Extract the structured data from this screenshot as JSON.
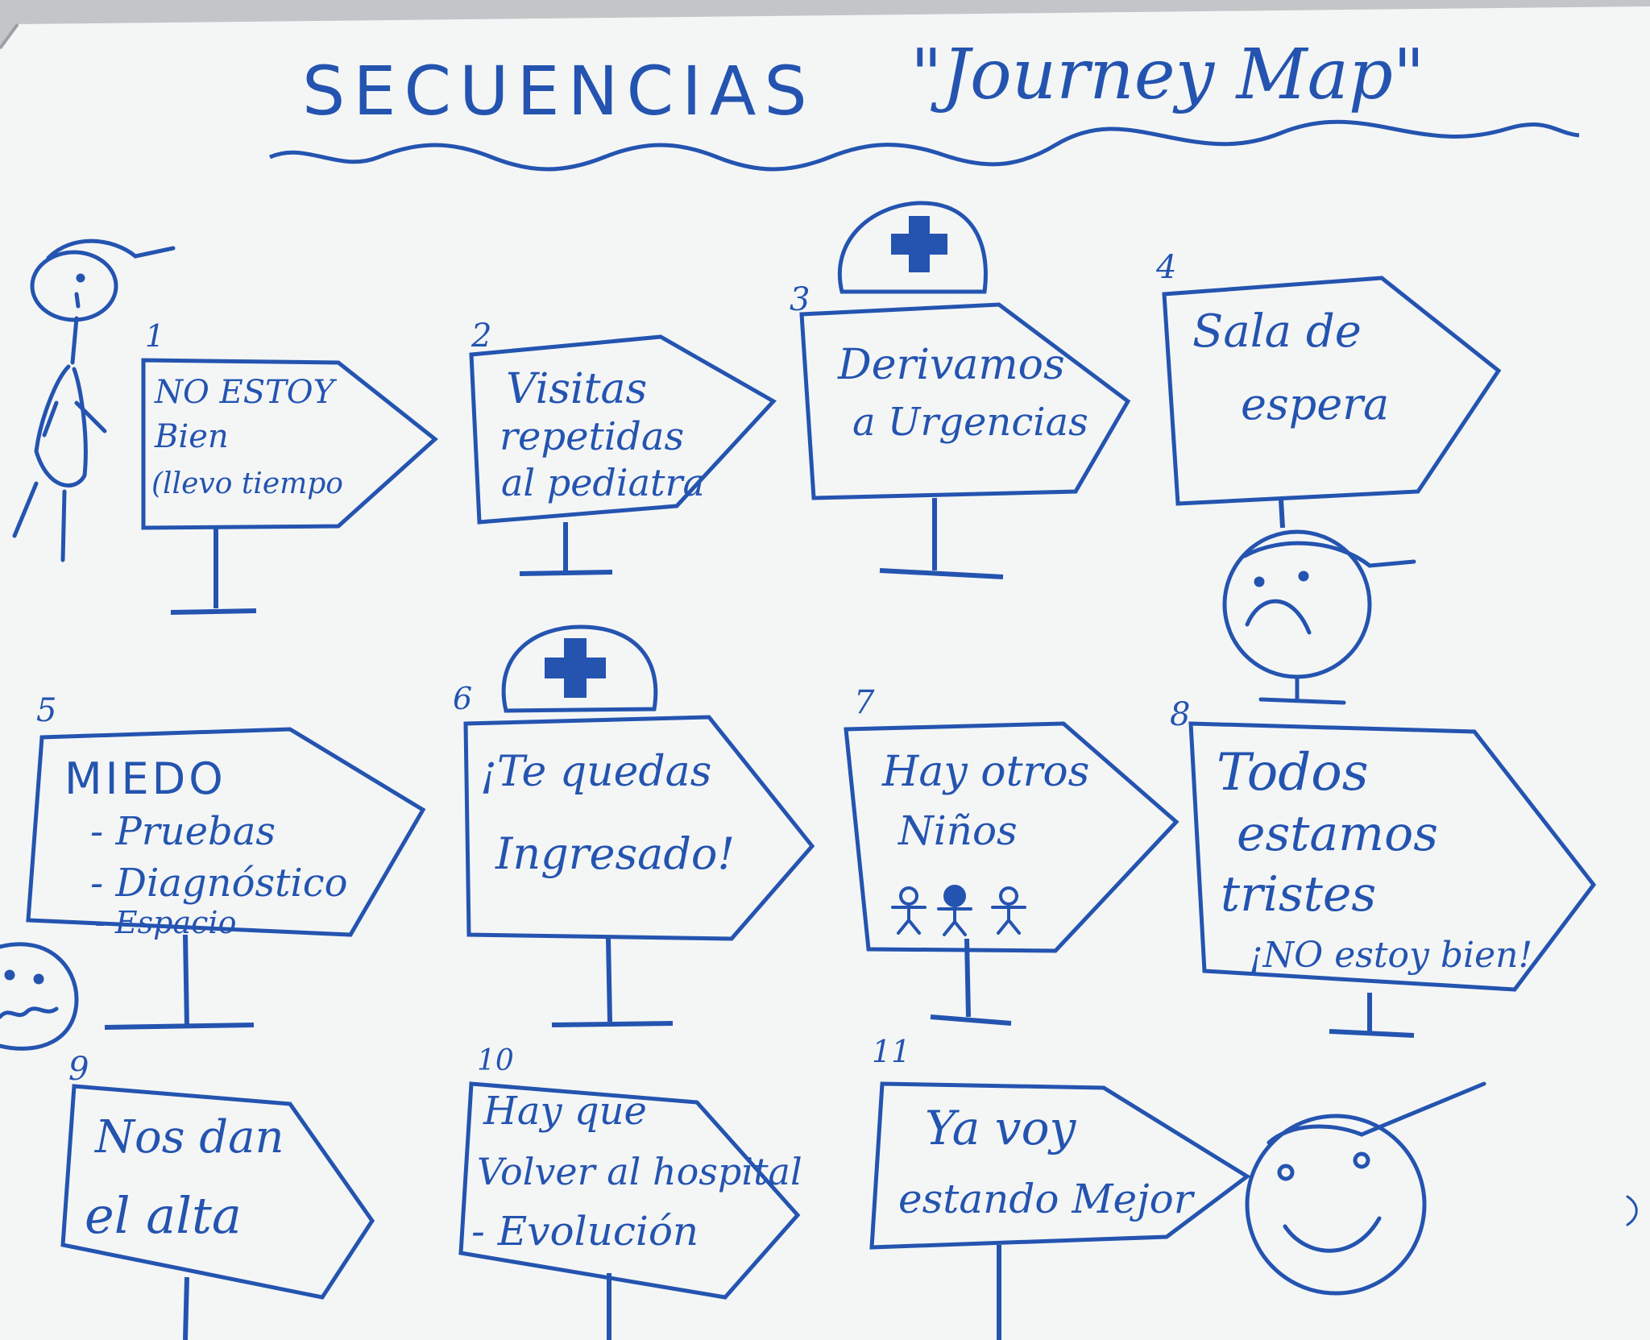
{
  "title": {
    "main": "SECUENCIAS",
    "sub": "\"Journey Map\""
  },
  "ink_color": "#2454b0",
  "board_color": "#f4f6f6",
  "steps": [
    {
      "number": "1",
      "lines": [
        "NO ESTOY",
        "Bien",
        "(llevo tiempo"
      ]
    },
    {
      "number": "2",
      "lines": [
        "Visitas",
        "repetidas",
        "al pediatra"
      ]
    },
    {
      "number": "3",
      "lines": [
        "Derivamos",
        "a Urgencias"
      ]
    },
    {
      "number": "4",
      "lines": [
        "Sala de",
        "espera"
      ]
    },
    {
      "number": "5",
      "lines": [
        "MIEDO",
        "- Pruebas",
        "- Diagnóstico",
        "- Espacio"
      ]
    },
    {
      "number": "6",
      "lines": [
        "¡Te quedas",
        "Ingresado!"
      ]
    },
    {
      "number": "7",
      "lines": [
        "Hay otros",
        "Niños"
      ]
    },
    {
      "number": "8",
      "lines": [
        "Todos",
        "estamos",
        "tristes",
        "¡NO estoy bien!"
      ]
    },
    {
      "number": "9",
      "lines": [
        "Nos dan",
        "el alta"
      ]
    },
    {
      "number": "10",
      "lines": [
        "Hay que",
        "Volver al hospital",
        "- Evolución"
      ]
    },
    {
      "number": "11",
      "lines": [
        "Ya voy",
        "estando Mejor"
      ]
    }
  ],
  "drawings": [
    {
      "icon": "stick-figure-icon"
    },
    {
      "icon": "nurse-cap-icon"
    },
    {
      "icon": "sad-face-icon"
    },
    {
      "icon": "worried-face-icon"
    },
    {
      "icon": "children-icon"
    },
    {
      "icon": "happy-face-icon"
    }
  ]
}
